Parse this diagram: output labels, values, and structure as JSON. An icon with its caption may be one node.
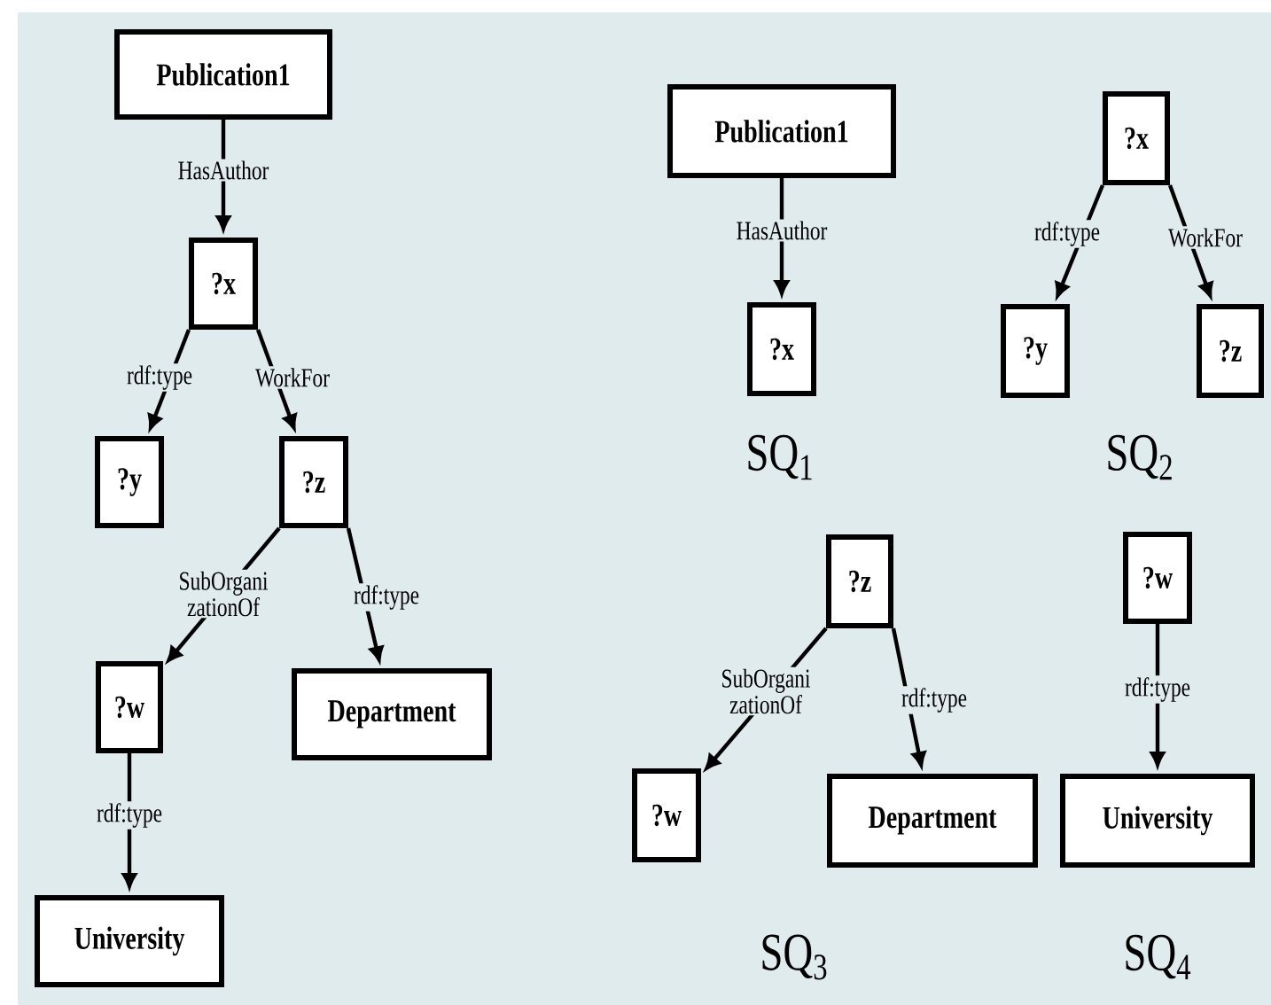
{
  "diagram": {
    "nodes": [
      {
        "text": [
          "Publication1"
        ]
      },
      {
        "text": [
          "?x"
        ]
      },
      {
        "text": [
          "?y"
        ]
      },
      {
        "text": [
          "?z"
        ]
      },
      {
        "text": [
          "?w"
        ]
      },
      {
        "text": [
          "Department"
        ]
      },
      {
        "text": [
          "University"
        ]
      },
      {
        "text": [
          "Publication1"
        ]
      },
      {
        "text": [
          "?x"
        ]
      },
      {
        "text": [
          "?x"
        ]
      },
      {
        "text": [
          "?y"
        ]
      },
      {
        "text": [
          "?z"
        ]
      },
      {
        "text": [
          "?z"
        ]
      },
      {
        "text": [
          "?w"
        ]
      },
      {
        "text": [
          "Department"
        ]
      },
      {
        "text": [
          "?w"
        ]
      },
      {
        "text": [
          "University"
        ]
      }
    ],
    "edges": [
      {
        "from": 0,
        "to": 1,
        "arrow": "to",
        "label": "HasAuthor"
      },
      {
        "from": 1,
        "to": 2,
        "arrow": "to",
        "label": "rdf:type"
      },
      {
        "from": 1,
        "to": 3,
        "arrow": "to",
        "label": "WorkFor"
      },
      {
        "from": 3,
        "to": 4,
        "arrow": "to",
        "label": "SubOrgani zationOf"
      },
      {
        "from": 3,
        "to": 5,
        "arrow": "to",
        "label": "rdf:type"
      },
      {
        "from": 4,
        "to": 6,
        "arrow": "to",
        "label": "rdf:type"
      },
      {
        "from": 7,
        "to": 8,
        "arrow": "to",
        "label": "HasAuthor"
      },
      {
        "from": 9,
        "to": 10,
        "arrow": "to",
        "label": "rdf:type"
      },
      {
        "from": 9,
        "to": 11,
        "arrow": "to",
        "label": "WorkFor"
      },
      {
        "from": 12,
        "to": 13,
        "arrow": "to",
        "label": "SubOrgani zationOf"
      },
      {
        "from": 12,
        "to": 14,
        "arrow": "to",
        "label": "rdf:type"
      },
      {
        "from": 15,
        "to": 16,
        "arrow": "to",
        "label": "rdf:type"
      }
    ],
    "labels": [
      "SQ$_{1}$",
      "SQ$_{2}$",
      "SQ$_{3}$",
      "SQ$_{4}$"
    ]
  }
}
